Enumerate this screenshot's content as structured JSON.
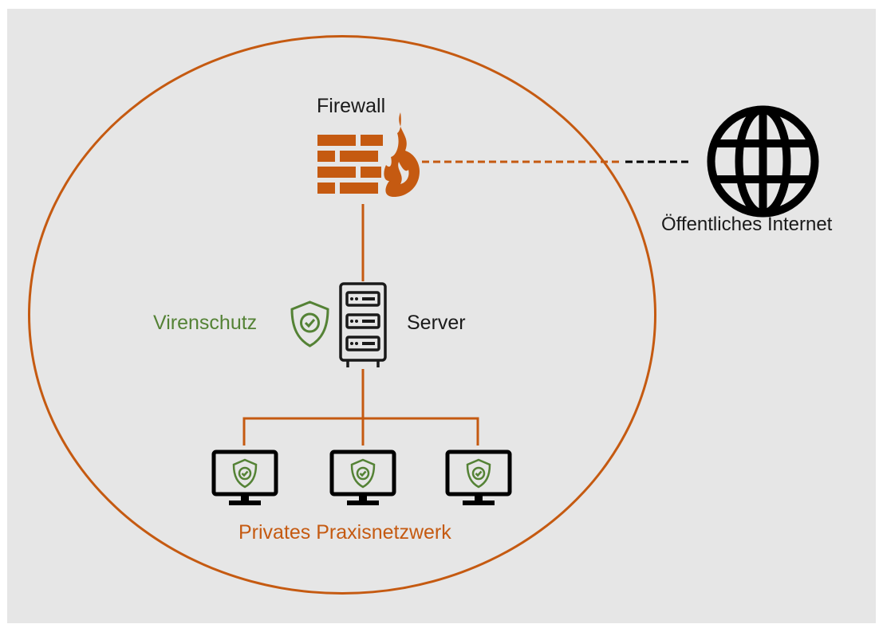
{
  "labels": {
    "firewall": "Firewall",
    "server": "Server",
    "antivirus": "Virenschutz",
    "internet": "Öffentliches Internet",
    "private_network": "Privates Praxisnetzwerk"
  },
  "icons": {
    "firewall": "firewall-icon",
    "server": "server-rack-icon",
    "antivirus": "shield-check-icon",
    "internet": "globe-icon",
    "workstation": "monitor-shield-icon"
  },
  "workstations": [
    "workstation-1",
    "workstation-2",
    "workstation-3"
  ],
  "colors": {
    "background": "#e6e6e6",
    "network": "#c55a11",
    "antivirus": "#548235",
    "text": "#1a1a1a",
    "internet_link": "#000000"
  }
}
